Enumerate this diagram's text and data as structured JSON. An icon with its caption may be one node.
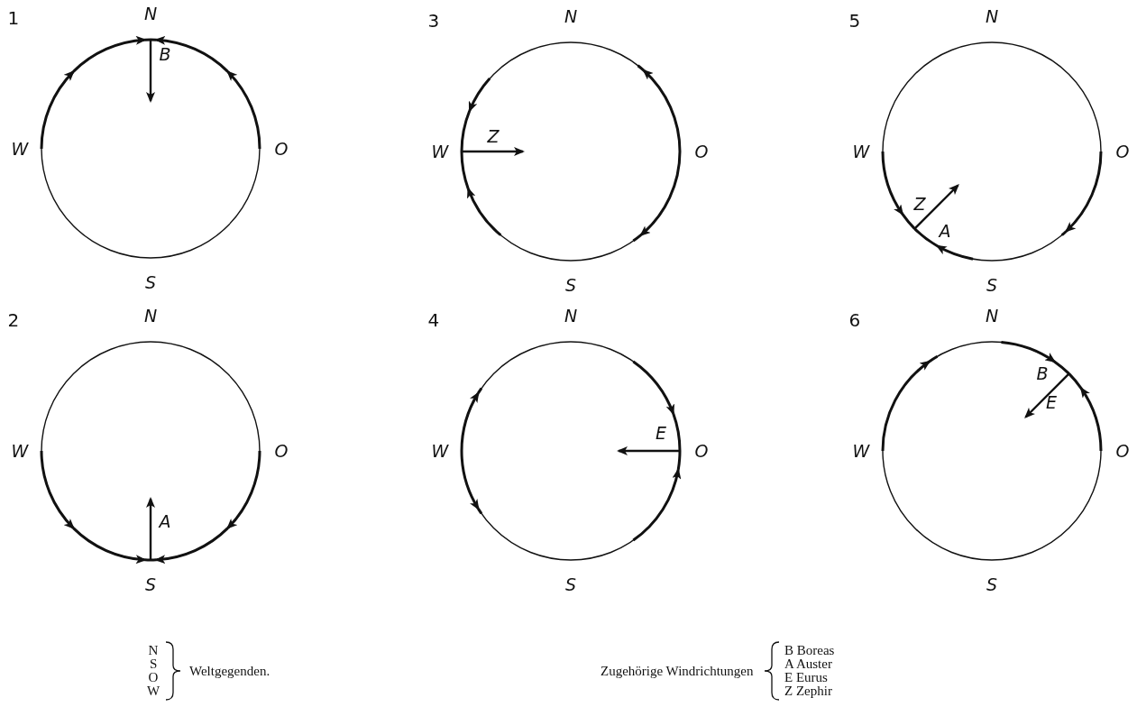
{
  "diagram": {
    "labels": [
      "1",
      "N",
      "B",
      "W",
      "O",
      "S",
      "3",
      "N",
      "W",
      "Z",
      "O",
      "S",
      "5",
      "N",
      "W",
      "O",
      "Z",
      "A",
      "S",
      "2",
      "N",
      "W",
      "O",
      "A",
      "S",
      "4",
      "N",
      "W",
      "E",
      "O",
      "S",
      "6",
      "N",
      "B",
      "W",
      "E",
      "O",
      "S",
      "N",
      "S",
      "O",
      "W",
      "Weltgegenden.",
      "Zugehörige Windrichtungen",
      "B Boreas",
      "A Auster",
      "E Eurus",
      "Z Zephir"
    ]
  }
}
